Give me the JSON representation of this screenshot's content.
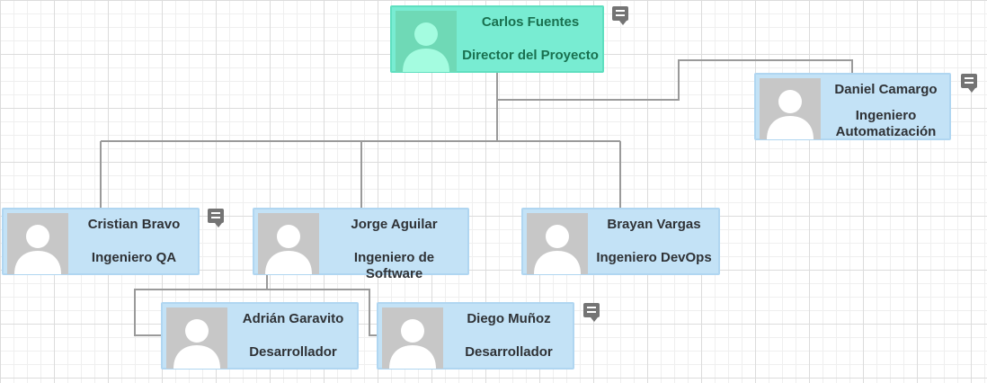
{
  "nodes": {
    "director": {
      "name": "Carlos Fuentes",
      "role": "Director del Proyecto"
    },
    "automation": {
      "name": "Daniel Camargo",
      "role": "Ingeniero Automatización"
    },
    "qa": {
      "name": "Cristian Bravo",
      "role": "Ingeniero QA"
    },
    "software": {
      "name": "Jorge Aguilar",
      "role": "Ingeniero de Software"
    },
    "devops": {
      "name": "Brayan Vargas",
      "role": "Ingeniero DevOps"
    },
    "dev1": {
      "name": "Adrián Garavito",
      "role": "Desarrollador"
    },
    "dev2": {
      "name": "Diego Muñoz",
      "role": "Desarrollador"
    }
  },
  "icons": {
    "avatar": "person-silhouette-icon",
    "comment": "comment-icon"
  },
  "colors": {
    "director_fill": "#78ecd2",
    "director_text": "#19704f",
    "node_fill": "#c3e2f6",
    "node_text": "#2f3236",
    "connector": "#9a9a9a",
    "comment_icon": "#747474"
  }
}
